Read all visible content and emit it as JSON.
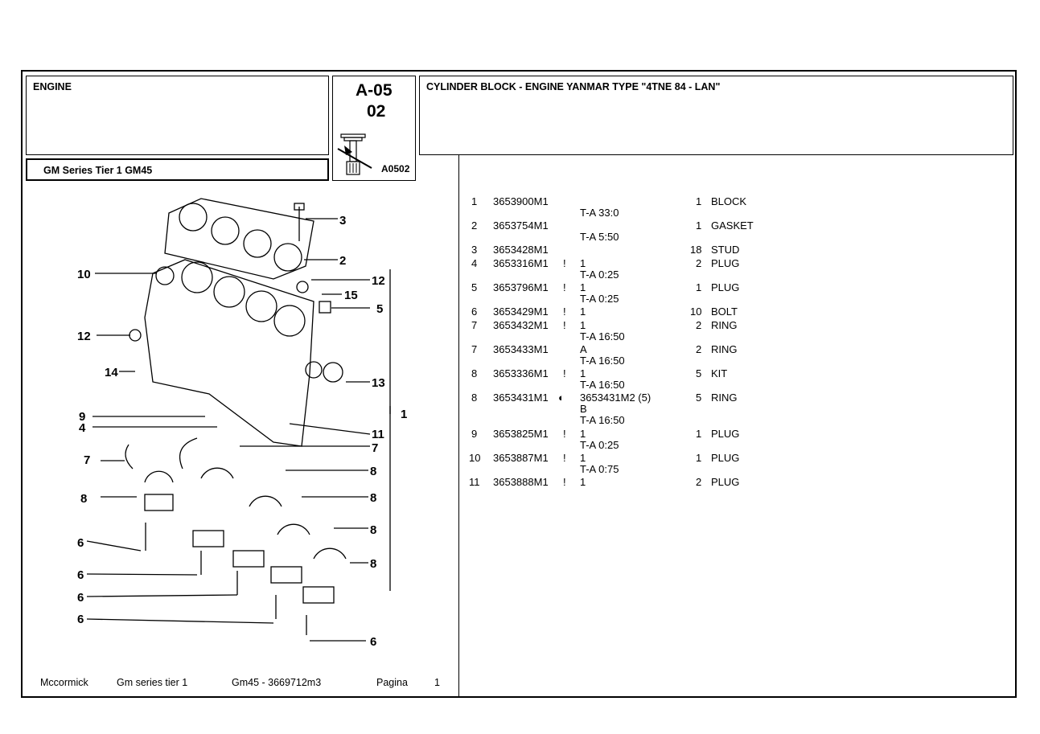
{
  "header": {
    "group": "ENGINE",
    "code_main": "A-05",
    "code_sub": "02",
    "ref_code": "A0502",
    "title": "CYLINDER BLOCK - ENGINE YANMAR TYPE \"4TNE 84 - LAN\"",
    "model": "GM Series Tier 1  GM45"
  },
  "parts": [
    {
      "pos": "1",
      "part": "3653900M1",
      "mark": "",
      "qty_note": "",
      "qty": "1",
      "desc": "BLOCK",
      "note": "T-A 33:0"
    },
    {
      "pos": "2",
      "part": "3653754M1",
      "mark": "",
      "qty_note": "",
      "qty": "1",
      "desc": "GASKET",
      "note": "T-A 5:50"
    },
    {
      "pos": "3",
      "part": "3653428M1",
      "mark": "",
      "qty_note": "",
      "qty": "18",
      "desc": "STUD",
      "note": ""
    },
    {
      "pos": "4",
      "part": "3653316M1",
      "mark": "!",
      "qty_note": "1",
      "qty": "2",
      "desc": "PLUG",
      "note": "T-A 0:25"
    },
    {
      "pos": "5",
      "part": "3653796M1",
      "mark": "!",
      "qty_note": "1",
      "qty": "1",
      "desc": "PLUG",
      "note": "T-A 0:25"
    },
    {
      "pos": "6",
      "part": "3653429M1",
      "mark": "!",
      "qty_note": "1",
      "qty": "10",
      "desc": "BOLT",
      "note": ""
    },
    {
      "pos": "7",
      "part": "3653432M1",
      "mark": "!",
      "qty_note": "1",
      "qty": "2",
      "desc": "RING",
      "note": "T-A 16:50"
    },
    {
      "pos": "7",
      "part": "3653433M1",
      "mark": "",
      "qty_note": "A",
      "qty": "2",
      "desc": "RING",
      "note": "T-A 16:50"
    },
    {
      "pos": "8",
      "part": "3653336M1",
      "mark": "!",
      "qty_note": "1",
      "qty": "5",
      "desc": "KIT",
      "note": "T-A 16:50"
    },
    {
      "pos": "8",
      "part": "3653431M1",
      "mark": "◐",
      "qty_note": "3653431M2  (5)",
      "qty": "5",
      "desc": "RING",
      "note": "B",
      "note2": "T-A 16:50"
    },
    {
      "pos": "9",
      "part": "3653825M1",
      "mark": "!",
      "qty_note": "1",
      "qty": "1",
      "desc": "PLUG",
      "note": "T-A 0:25"
    },
    {
      "pos": "10",
      "part": "3653887M1",
      "mark": "!",
      "qty_note": "1",
      "qty": "1",
      "desc": "PLUG",
      "note": "T-A 0:75"
    },
    {
      "pos": "11",
      "part": "3653888M1",
      "mark": "!",
      "qty_note": "1",
      "qty": "2",
      "desc": "PLUG",
      "note": ""
    }
  ],
  "diagram_labels": [
    "3",
    "2",
    "10",
    "12",
    "15",
    "5",
    "12",
    "14",
    "13",
    "1",
    "9",
    "4",
    "11",
    "7",
    "7",
    "8",
    "8",
    "8",
    "8",
    "8",
    "6",
    "6",
    "6",
    "6",
    "6"
  ],
  "footer": {
    "brand": "Mccormick",
    "series": "Gm series tier 1",
    "model_code": "Gm45 - 3669712m3",
    "page_label": "Pagina",
    "page_num": "1"
  }
}
